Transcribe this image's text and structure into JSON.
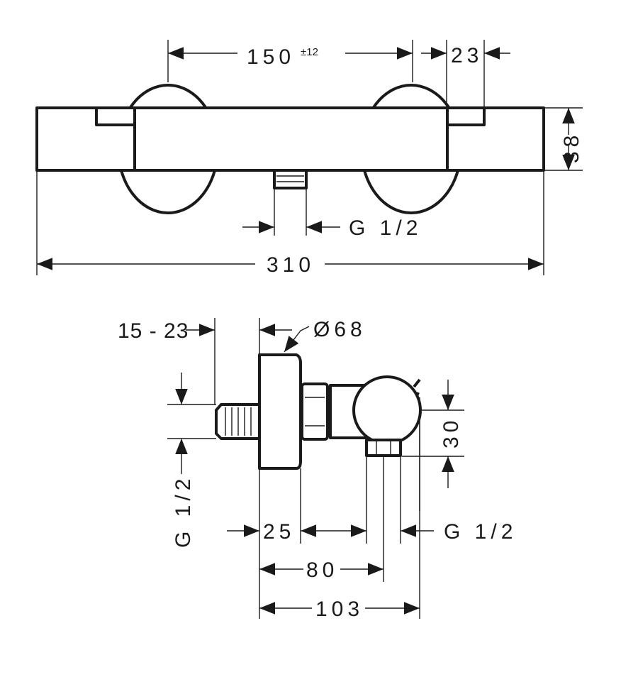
{
  "title": "Thermostatic shower mixer dimension drawing",
  "top_view": {
    "centre_distance": "150",
    "centre_tolerance": "±12",
    "offset": "23",
    "height": "38",
    "outlet_thread": "G 1/2",
    "total_width": "310"
  },
  "side_view": {
    "eccentric_range": "15 - 23",
    "escutcheon_diameter": "Ø68",
    "inlet_thread": "G 1/2",
    "outlet_height": "30",
    "depth_1": "25",
    "outlet_thread": "G 1/2",
    "depth_2": "80",
    "depth_total": "103"
  }
}
